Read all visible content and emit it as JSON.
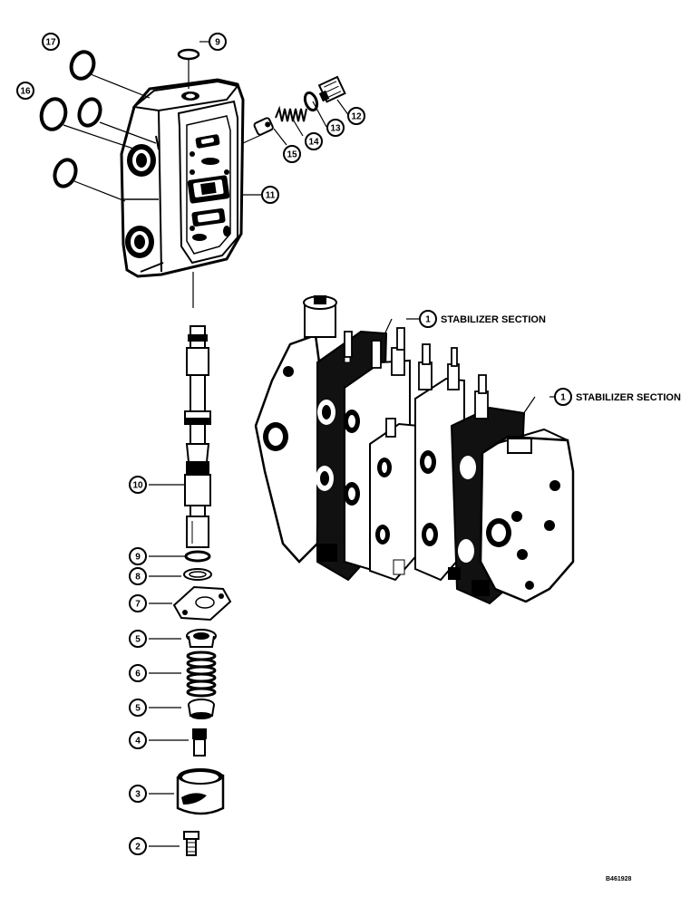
{
  "diagram": {
    "reference_code": "B461928",
    "section_label_text": "STABILIZER SECTION",
    "callouts": [
      {
        "id": "c17",
        "number": "17"
      },
      {
        "id": "c9-top",
        "number": "9"
      },
      {
        "id": "c16",
        "number": "16"
      },
      {
        "id": "c12",
        "number": "12"
      },
      {
        "id": "c13",
        "number": "13"
      },
      {
        "id": "c14",
        "number": "14"
      },
      {
        "id": "c15",
        "number": "15"
      },
      {
        "id": "c11",
        "number": "11"
      },
      {
        "id": "c10",
        "number": "10"
      },
      {
        "id": "c9-low",
        "number": "9"
      },
      {
        "id": "c8",
        "number": "8"
      },
      {
        "id": "c7",
        "number": "7"
      },
      {
        "id": "c5-top",
        "number": "5"
      },
      {
        "id": "c6",
        "number": "6"
      },
      {
        "id": "c5-low",
        "number": "5"
      },
      {
        "id": "c4",
        "number": "4"
      },
      {
        "id": "c3",
        "number": "3"
      },
      {
        "id": "c2",
        "number": "2"
      },
      {
        "id": "c1-a",
        "number": "1"
      },
      {
        "id": "c1-b",
        "number": "1"
      }
    ]
  }
}
